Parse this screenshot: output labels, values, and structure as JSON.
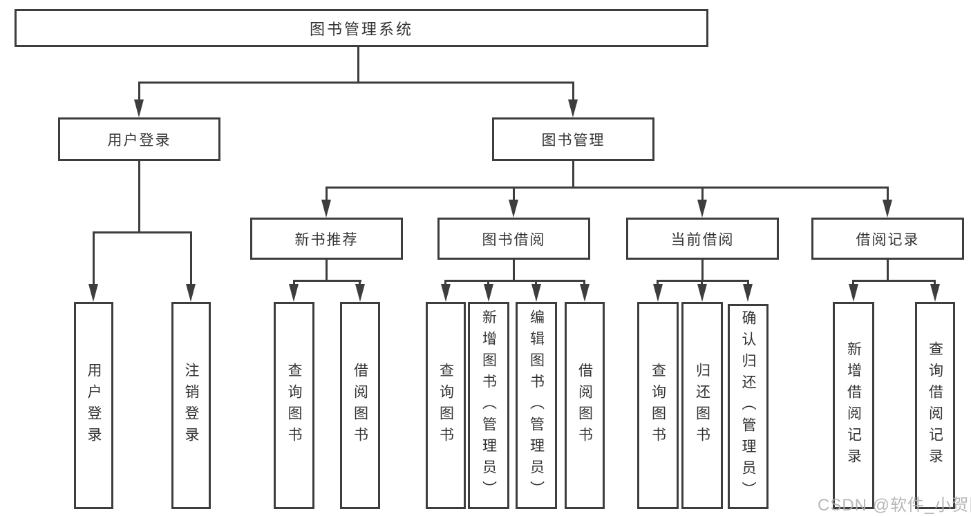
{
  "diagram": {
    "title": "图书管理系统",
    "root": {
      "label": "图书管理系统"
    },
    "level2": [
      {
        "id": "user-login",
        "label": "用户登录"
      },
      {
        "id": "book-management",
        "label": "图书管理"
      }
    ],
    "level3": [
      {
        "id": "new-book-recommend",
        "label": "新书推荐",
        "parent": "图书管理"
      },
      {
        "id": "book-borrowing",
        "label": "图书借阅",
        "parent": "图书管理"
      },
      {
        "id": "current-borrowing",
        "label": "当前借阅",
        "parent": "图书管理"
      },
      {
        "id": "borrowing-records",
        "label": "借阅记录",
        "parent": "图书管理"
      }
    ],
    "leaves": [
      {
        "label": "用户登录",
        "parent": "用户登录"
      },
      {
        "label": "注销登录",
        "parent": "用户登录"
      },
      {
        "label": "查询图书",
        "parent": "新书推荐"
      },
      {
        "label": "借阅图书",
        "parent": "新书推荐"
      },
      {
        "label": "查询图书",
        "parent": "图书借阅"
      },
      {
        "label": "新增图书（管理员）",
        "parent": "图书借阅"
      },
      {
        "label": "编辑图书（管理员）",
        "parent": "图书借阅"
      },
      {
        "label": "借阅图书",
        "parent": "图书借阅"
      },
      {
        "label": "查询图书",
        "parent": "当前借阅"
      },
      {
        "label": "归还图书",
        "parent": "当前借阅"
      },
      {
        "label": "确认归还（管理员）",
        "parent": "当前借阅"
      },
      {
        "label": "新增借阅记录",
        "parent": "借阅记录"
      },
      {
        "label": "查询借阅记录",
        "parent": "借阅记录"
      }
    ],
    "watermark": "CSDN @软件_小贺同学",
    "colors": {
      "line": "#3d3d3d",
      "text": "#333333",
      "background": "#ffffff",
      "watermark": "#afafaf"
    }
  }
}
